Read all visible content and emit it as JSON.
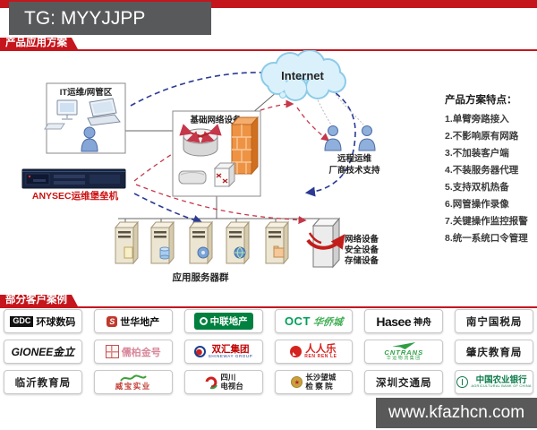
{
  "banner": {
    "tg": "TG: MYYJJPP"
  },
  "sections": {
    "solution": "产品应用方案",
    "customers": "部分客户案例"
  },
  "diagram": {
    "it_area": "IT运维/网管区",
    "bastion": "ANYSEC运维堡垒机",
    "network_box": "基础网络设备",
    "internet": "Internet",
    "remote_line1": "远程运维",
    "remote_line2": "厂商技术支持",
    "servers_label": "应用服务器群",
    "device_labels": [
      "网络设备",
      "安全设备",
      "存储设备"
    ],
    "features_title": "产品方案特点：",
    "features": [
      "1.单臂旁路接入",
      "2.不影响原有网路",
      "3.不加装客户端",
      "4.不装服务器代理",
      "5.支持双机热备",
      "6.网管操作录像",
      "7.关键操作监控报警",
      "8.统一系统口令管理"
    ]
  },
  "customers": {
    "items": [
      {
        "id": "gdc",
        "badge": "GDC",
        "text": "环球数码"
      },
      {
        "id": "shihua",
        "icon": "S",
        "text": "世华地产"
      },
      {
        "id": "zhonglian",
        "text": "中联地产"
      },
      {
        "id": "oct",
        "en": "OCT",
        "text": "华侨城"
      },
      {
        "id": "hasee",
        "en": "Hasee",
        "text": "神舟"
      },
      {
        "id": "nanning",
        "text": "南宁国税局"
      },
      {
        "id": "gionee",
        "text": "GIONEE金立"
      },
      {
        "id": "rubai",
        "text": "儒柏金号"
      },
      {
        "id": "shuanghui",
        "text": "双汇集团",
        "sub": "SHINEWAY GROUP"
      },
      {
        "id": "renrenle",
        "text": "人人乐",
        "sub": "REN REN LE"
      },
      {
        "id": "cntrans",
        "en": "CNTRANS",
        "sub": "华运物流集团"
      },
      {
        "id": "zhaoqing",
        "text": "肇庆教育局"
      },
      {
        "id": "linyi",
        "text": "临沂教育局"
      },
      {
        "id": "weibao",
        "text": "威宝实业"
      },
      {
        "id": "sctv",
        "line1": "四川",
        "line2": "电视台"
      },
      {
        "id": "wangcheng",
        "line1": "长沙望城",
        "line2": "检 察 院"
      },
      {
        "id": "shenzhen",
        "text": "深圳交通局"
      },
      {
        "id": "abc",
        "text": "中国农业银行",
        "sub": "AGRICULTURAL BANK OF CHINA"
      }
    ]
  },
  "footer": {
    "url": "www.kfazhcn.com"
  },
  "colors": {
    "accent_red": "#c5161d",
    "banner_gray": "#58595b",
    "navy_device": "#18243f"
  }
}
